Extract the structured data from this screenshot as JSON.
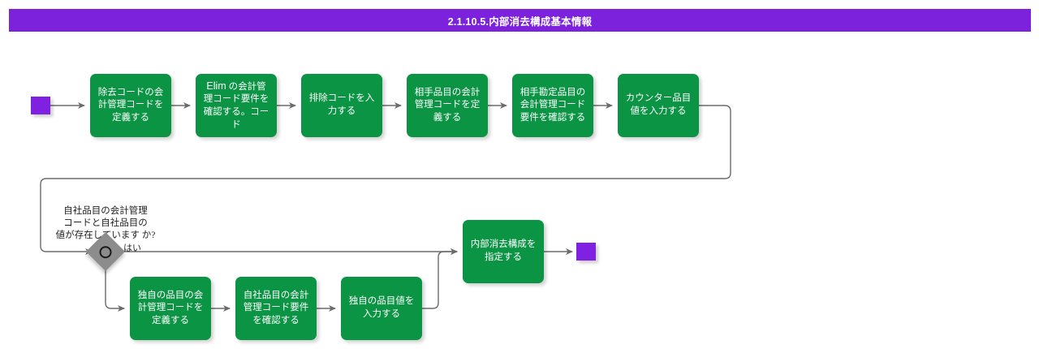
{
  "header": {
    "title": "2.1.10.5.内部消去構成基本情報",
    "bar_color": "#7C22DD"
  },
  "colors": {
    "process_fill": "#0B9444",
    "terminator_fill": "#8020E0",
    "decision_fill": "#8C8C8C",
    "edge_stroke": "#666666",
    "text_on_process": "#FFFFFF"
  },
  "flow": {
    "start_node": {
      "name": "start"
    },
    "end_node": {
      "name": "end"
    },
    "top_row": [
      {
        "id": "p1",
        "text": "除去コードの会計管理コードを定義する"
      },
      {
        "id": "p2",
        "text_latin": "Elim",
        "text": " の会計管理コード要件を確認する。コード"
      },
      {
        "id": "p3",
        "text": "排除コードを入力する"
      },
      {
        "id": "p4",
        "text": "相手品目の会計管理コードを定義する"
      },
      {
        "id": "p5",
        "text": "相手勘定品目の会計管理コード要件を確認する"
      },
      {
        "id": "p6",
        "text": "カウンター品目値を入力する"
      }
    ],
    "decision": {
      "id": "d1",
      "question": "自社品目の会計管理\nコードと自社品目の\n値が存在しています か?",
      "yes_label": "はい"
    },
    "bottom_row": [
      {
        "id": "p7",
        "text": "独自の品目の会計管理コードを定義する"
      },
      {
        "id": "p8",
        "text": "自社品目の会計管理コード要件を確認する"
      },
      {
        "id": "p9",
        "text": "独自の品目値を入力する"
      }
    ],
    "final": {
      "id": "p10",
      "text": "内部消去構成を指定する"
    }
  }
}
